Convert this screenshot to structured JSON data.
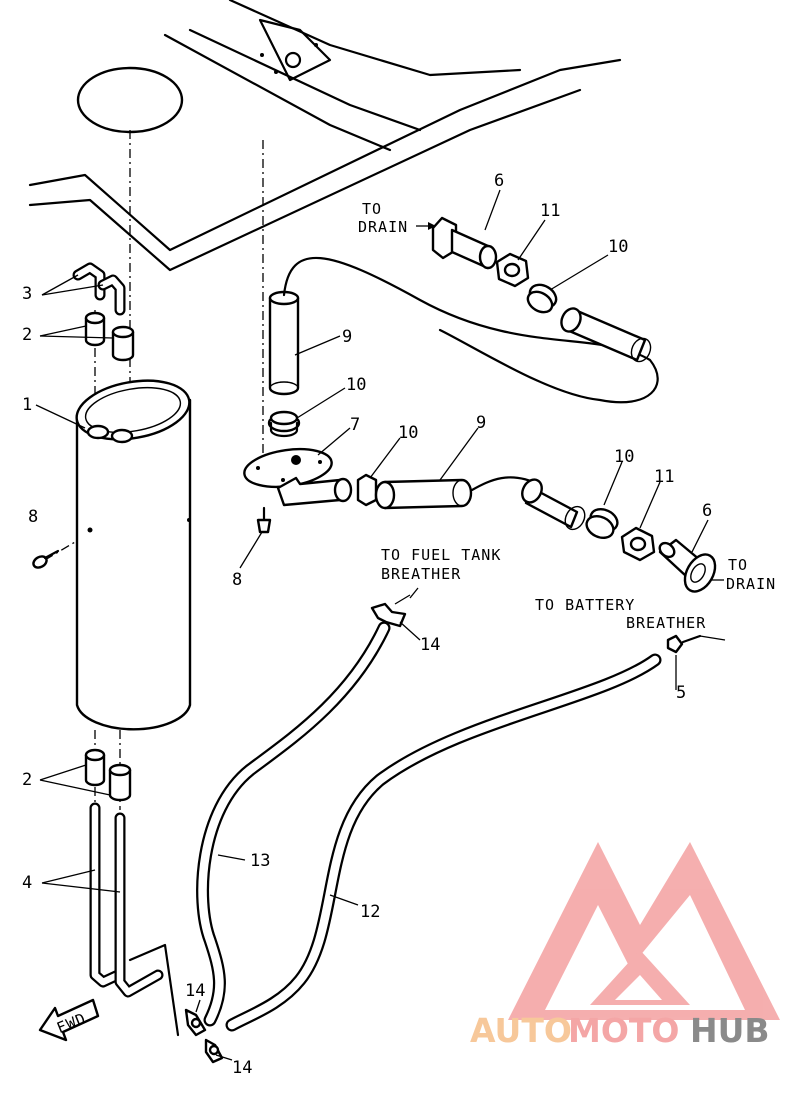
{
  "callouts": {
    "c1": "1",
    "c2a": "2",
    "c2b": "2",
    "c3": "3",
    "c4": "4",
    "c5": "5",
    "c6a": "6",
    "c6b": "6",
    "c7": "7",
    "c8a": "8",
    "c8b": "8",
    "c9a": "9",
    "c9b": "9",
    "c10a": "10",
    "c10b": "10",
    "c10c": "10",
    "c10d": "10",
    "c11a": "11",
    "c11b": "11",
    "c12": "12",
    "c13": "13",
    "c14a": "14",
    "c14b": "14",
    "c14c": "14"
  },
  "notes": {
    "to_drain_top": [
      "TO",
      "DRAIN"
    ],
    "to_drain_bottom": [
      "TO",
      "DRAIN"
    ],
    "fuel_tank_breather": [
      "TO FUEL TANK",
      "BREATHER"
    ],
    "battery_breather": [
      "TO BATTERY",
      "BREATHER"
    ],
    "fwd": "FWD"
  },
  "watermark": {
    "part1": "AUTO",
    "part2": "MOTO",
    "part3": "HUB",
    "color_primary": "#f4a6a6",
    "color_secondary": "#f7c89a",
    "color_dark": "#8a8a8a"
  }
}
